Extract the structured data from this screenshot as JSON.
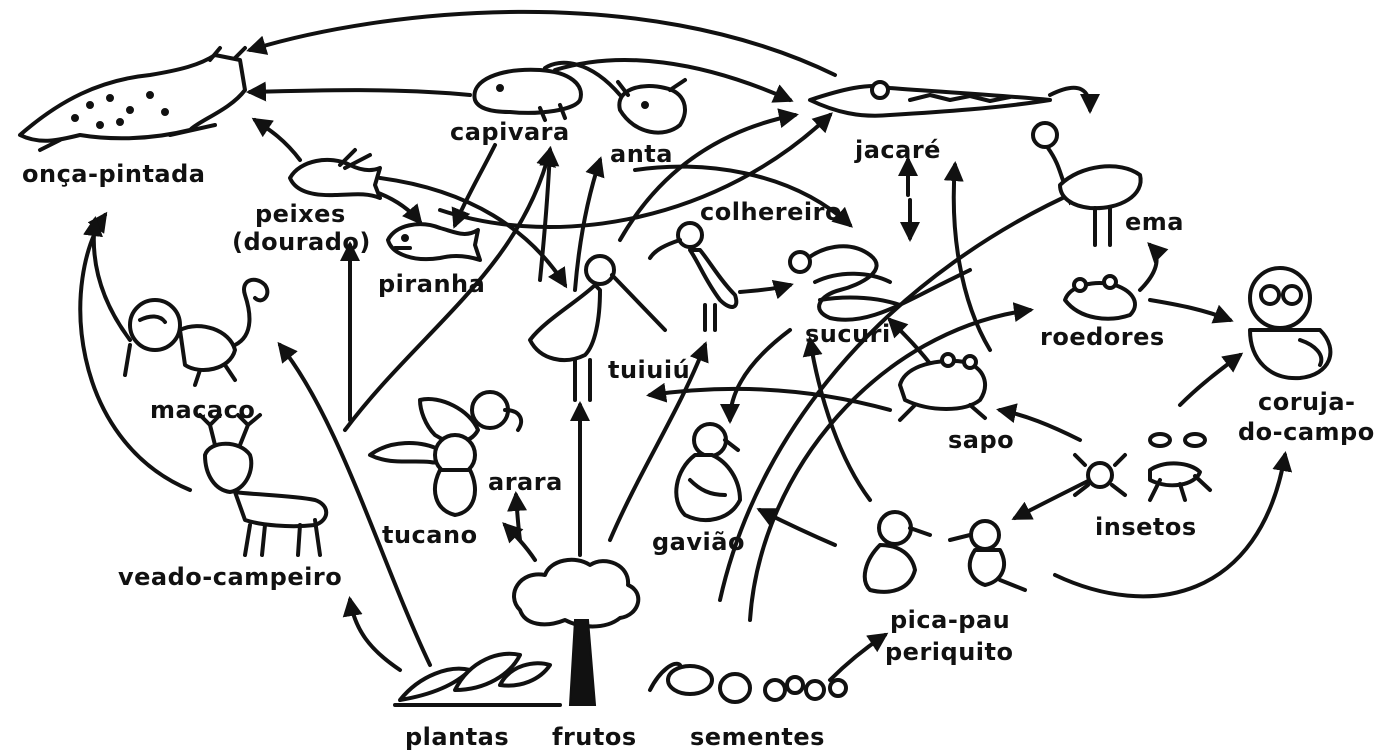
{
  "labels": {
    "onca": "onça-pintada",
    "capivara": "capivara",
    "anta": "anta",
    "jacare": "jacaré",
    "peixes_1": "peixes",
    "peixes_2": "(dourado)",
    "piranha": "piranha",
    "colhereiro": "colhereiro",
    "ema": "ema",
    "sucuri": "sucuri",
    "tuiuiu": "tuiuiú",
    "roedores": "roedores",
    "macaco": "macaco",
    "coruja_1": "coruja-",
    "coruja_2": "do-campo",
    "sapo": "sapo",
    "arara": "arara",
    "tucano": "tucano",
    "gaviao": "gavião",
    "insetos": "insetos",
    "veado": "veado-campeiro",
    "picapau_1": "pica-pau",
    "picapau_2": "periquito",
    "plantas": "plantas",
    "frutos": "frutos",
    "sementes": "sementes"
  },
  "icons": {
    "onca": "jaguar-icon",
    "capivara": "capybara-icon",
    "anta": "tapir-icon",
    "jacare": "caiman-icon",
    "peixes": "fish-icon",
    "piranha": "piranha-icon",
    "colhereiro": "spoonbill-icon",
    "ema": "rhea-icon",
    "sucuri": "anaconda-icon",
    "tuiuiu": "jabiru-icon",
    "roedores": "rodent-icon",
    "macaco": "monkey-icon",
    "coruja": "owl-icon",
    "sapo": "frog-icon",
    "arara": "macaw-icon",
    "tucano": "toucan-icon",
    "gaviao": "hawk-icon",
    "insetos": "insects-icon",
    "veado": "deer-icon",
    "picapau": "woodpecker-parakeet-icon",
    "plantas": "plants-icon",
    "frutos": "tree-icon",
    "sementes": "seeds-icon"
  },
  "colors": {
    "ink": "#111111",
    "background": "#ffffff"
  }
}
